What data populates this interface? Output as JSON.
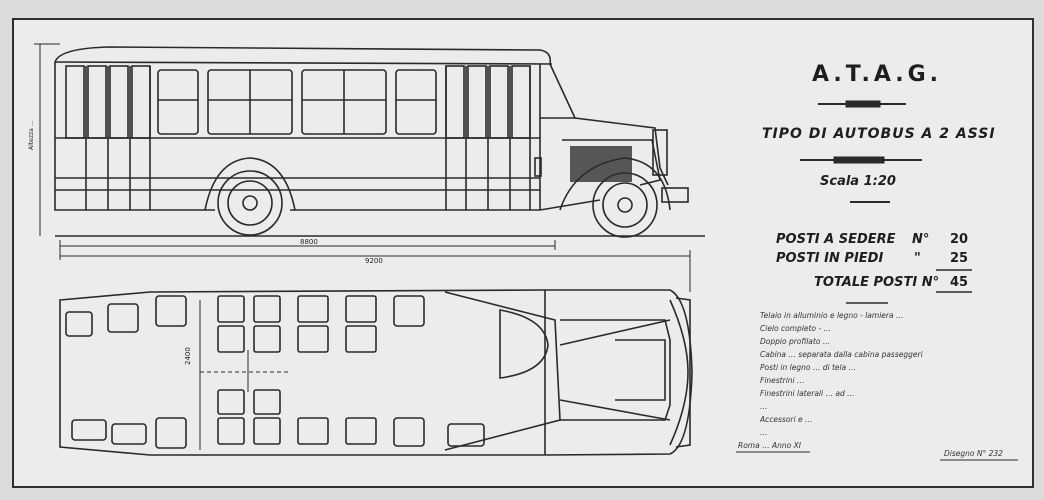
{
  "drawing": {
    "company": "A.T.A.G.",
    "subtitle": "TIPO DI AUTOBUS A 2 ASSI",
    "scale": "Scala 1:20",
    "capacity": {
      "seated_label": "POSTI A SEDERE",
      "seated_prefix": "N°",
      "seated_value": "20",
      "standing_label": "POSTI IN PIEDI",
      "standing_prefix": "\"",
      "standing_value": "25",
      "total_label": "TOTALE POSTI N°",
      "total_value": "45"
    },
    "notes": [
      "Telaio in alluminio e legno - lamiera …",
      "Cielo completo - …",
      "Doppio profilato …",
      "Cabina … separata dalla cabina passeggeri",
      "Posti in legno … di tela …",
      "Finestrini …",
      "Finestrini laterali … ad …",
      "…",
      "Accessori e …",
      "…"
    ],
    "dim_side": "8800",
    "dim_total": "9200",
    "dim_width": "2400",
    "left_dim": "Altezza …",
    "place_date": "Roma … Anno XI",
    "drawing_no": "Disegno N° 232"
  }
}
